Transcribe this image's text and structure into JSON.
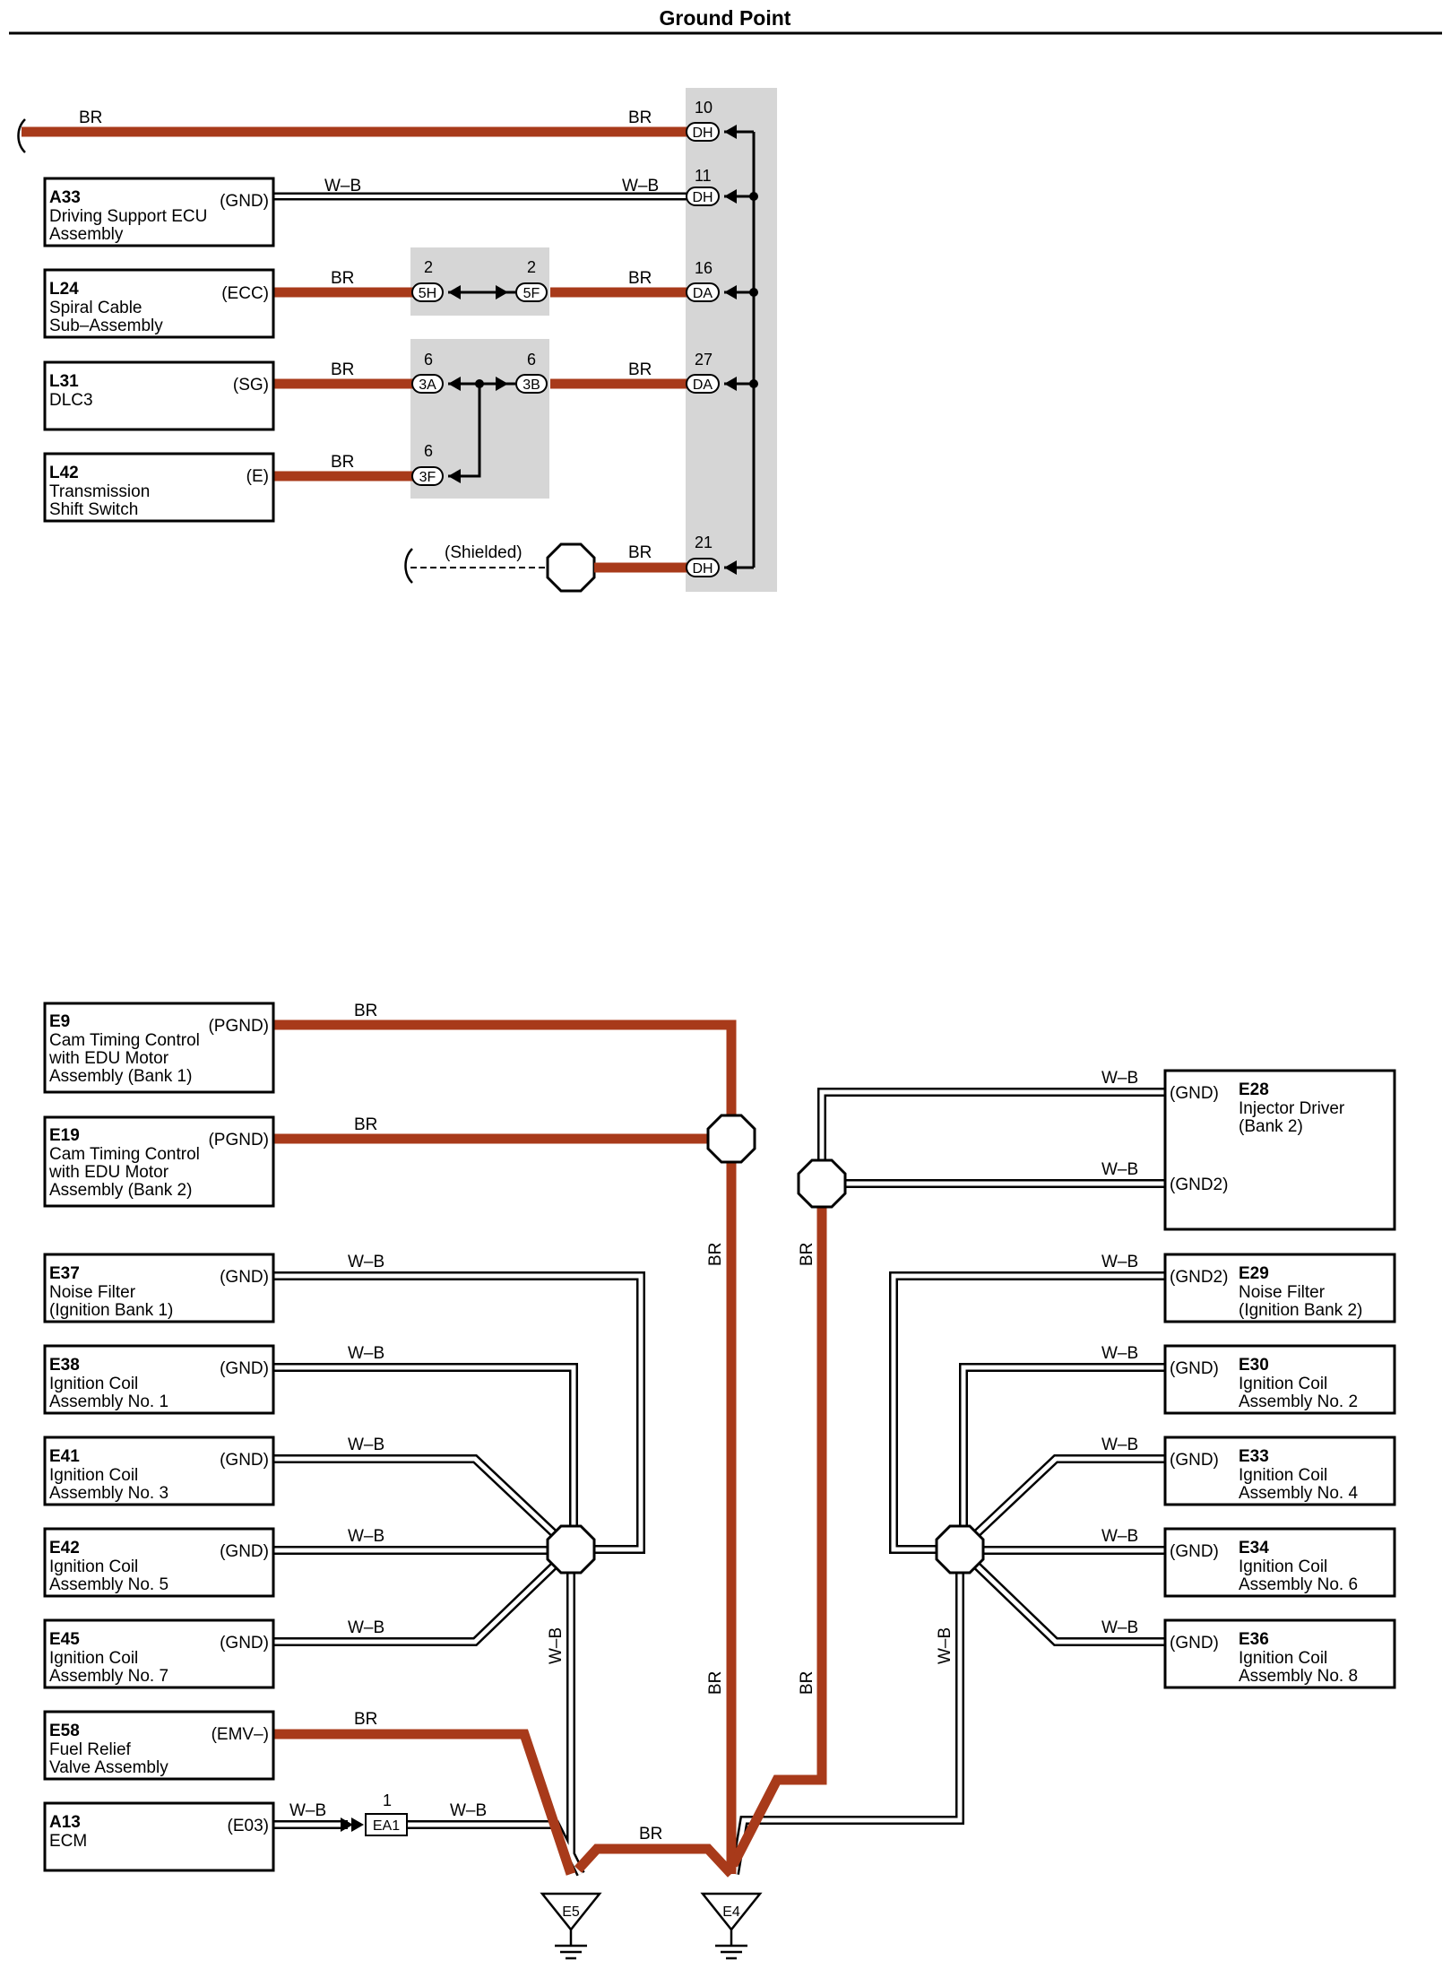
{
  "page": {
    "title": "Ground Point"
  },
  "colors": {
    "br_wire": "#a83a1a",
    "wb_outline": "#000000",
    "splice_fill": "#d6d6d6",
    "line": "#000000"
  },
  "labels": {
    "br": "BR",
    "wb": "W–B",
    "shielded": "(Shielded)"
  },
  "pins": {
    "p10": "10",
    "p11": "11",
    "p16": "16",
    "p27": "27",
    "p21": "21",
    "p2": "2",
    "p6": "6",
    "p1": "1"
  },
  "connectors": {
    "dh": "DH",
    "da": "DA",
    "c5h": "5H",
    "c5f": "5F",
    "c3a": "3A",
    "c3b": "3B",
    "c3f": "3F",
    "ea1": "EA1"
  },
  "grounds": {
    "e5": "E5",
    "e4": "E4"
  },
  "components": {
    "a33": {
      "code": "A33",
      "l1": "Driving Support ECU",
      "l2": "Assembly",
      "pin": "(GND)"
    },
    "l24": {
      "code": "L24",
      "l1": "Spiral Cable",
      "l2": "Sub–Assembly",
      "pin": "(ECC)"
    },
    "l31": {
      "code": "L31",
      "l1": "DLC3",
      "pin": "(SG)"
    },
    "l42": {
      "code": "L42",
      "l1": "Transmission",
      "l2": "Shift Switch",
      "pin": "(E)"
    },
    "e9": {
      "code": "E9",
      "l1": "Cam Timing Control",
      "l2": "with EDU Motor",
      "l3": "Assembly (Bank 1)",
      "pin": "(PGND)"
    },
    "e19": {
      "code": "E19",
      "l1": "Cam Timing Control",
      "l2": "with EDU Motor",
      "l3": "Assembly (Bank 2)",
      "pin": "(PGND)"
    },
    "e37": {
      "code": "E37",
      "l1": "Noise Filter",
      "l2": "(Ignition Bank 1)",
      "pin": "(GND)"
    },
    "e38": {
      "code": "E38",
      "l1": "Ignition Coil",
      "l2": "Assembly No. 1",
      "pin": "(GND)"
    },
    "e41": {
      "code": "E41",
      "l1": "Ignition Coil",
      "l2": "Assembly No. 3",
      "pin": "(GND)"
    },
    "e42": {
      "code": "E42",
      "l1": "Ignition Coil",
      "l2": "Assembly No. 5",
      "pin": "(GND)"
    },
    "e45": {
      "code": "E45",
      "l1": "Ignition Coil",
      "l2": "Assembly No. 7",
      "pin": "(GND)"
    },
    "e58": {
      "code": "E58",
      "l1": "Fuel Relief",
      "l2": "Valve Assembly",
      "pin": "(EMV–)"
    },
    "a13": {
      "code": "A13",
      "l1": "ECM",
      "pin": "(E03)"
    },
    "e28": {
      "code": "E28",
      "l1": "Injector Driver",
      "l2": "(Bank 2)",
      "pin": "(GND)",
      "pin2": "(GND2)"
    },
    "e29": {
      "code": "E29",
      "l1": "Noise Filter",
      "l2": "(Ignition Bank 2)",
      "pin": "(GND2)"
    },
    "e30": {
      "code": "E30",
      "l1": "Ignition Coil",
      "l2": "Assembly No. 2",
      "pin": "(GND)"
    },
    "e33": {
      "code": "E33",
      "l1": "Ignition Coil",
      "l2": "Assembly No. 4",
      "pin": "(GND)"
    },
    "e34": {
      "code": "E34",
      "l1": "Ignition Coil",
      "l2": "Assembly No. 6",
      "pin": "(GND)"
    },
    "e36": {
      "code": "E36",
      "l1": "Ignition Coil",
      "l2": "Assembly No. 8",
      "pin": "(GND)"
    }
  }
}
